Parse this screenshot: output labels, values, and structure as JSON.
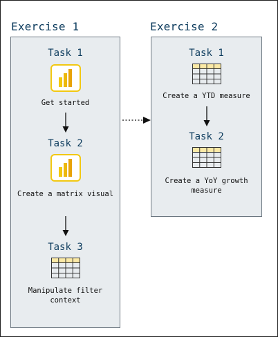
{
  "exercise1": {
    "title": "Exercise 1",
    "tasks": [
      {
        "title": "Task 1",
        "icon": "powerbi-icon",
        "desc": "Get started"
      },
      {
        "title": "Task 2",
        "icon": "powerbi-icon",
        "desc": "Create a matrix visual"
      },
      {
        "title": "Task 3",
        "icon": "table-grid-icon",
        "desc": "Manipulate filter context"
      }
    ]
  },
  "exercise2": {
    "title": "Exercise 2",
    "tasks": [
      {
        "title": "Task 1",
        "icon": "table-grid-icon",
        "desc": "Create a YTD measure"
      },
      {
        "title": "Task 2",
        "icon": "table-grid-icon",
        "desc": "Create a YoY growth measure"
      }
    ]
  },
  "colors": {
    "heading": "#0b3a5c",
    "panel_bg": "#e8ecef",
    "panel_border": "#6b7680",
    "powerbi_yellow": "#f2c811",
    "powerbi_dark": "#e8a308",
    "grid_header": "#fbe9a6"
  }
}
